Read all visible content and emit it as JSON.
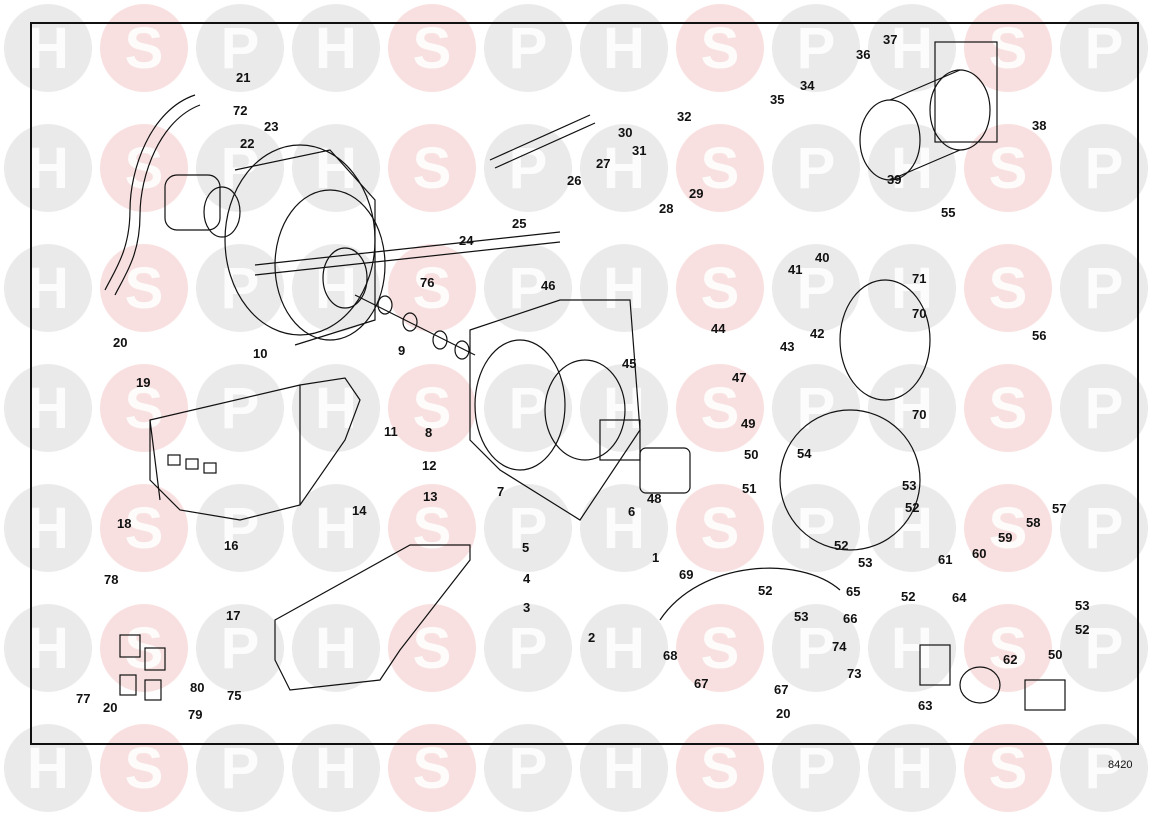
{
  "watermark": {
    "letters": [
      "H",
      "S",
      "P"
    ],
    "color_h_p": "#d9d9d9",
    "color_s": "#f2c6c6"
  },
  "diagram": {
    "reference_number": "8420",
    "callouts": [
      "1",
      "2",
      "3",
      "4",
      "5",
      "6",
      "7",
      "8",
      "9",
      "10",
      "11",
      "12",
      "13",
      "14",
      "16",
      "17",
      "18",
      "19",
      "20",
      "20",
      "20",
      "21",
      "22",
      "23",
      "24",
      "25",
      "26",
      "27",
      "28",
      "29",
      "30",
      "31",
      "32",
      "34",
      "35",
      "36",
      "37",
      "38",
      "39",
      "40",
      "41",
      "42",
      "43",
      "44",
      "45",
      "46",
      "47",
      "48",
      "49",
      "50",
      "50",
      "51",
      "52",
      "52",
      "52",
      "52",
      "52",
      "53",
      "53",
      "53",
      "53",
      "54",
      "55",
      "56",
      "57",
      "58",
      "59",
      "60",
      "61",
      "62",
      "63",
      "64",
      "65",
      "66",
      "67",
      "67",
      "68",
      "69",
      "70",
      "70",
      "71",
      "72",
      "73",
      "74",
      "75",
      "76",
      "77",
      "78",
      "79",
      "80"
    ]
  }
}
